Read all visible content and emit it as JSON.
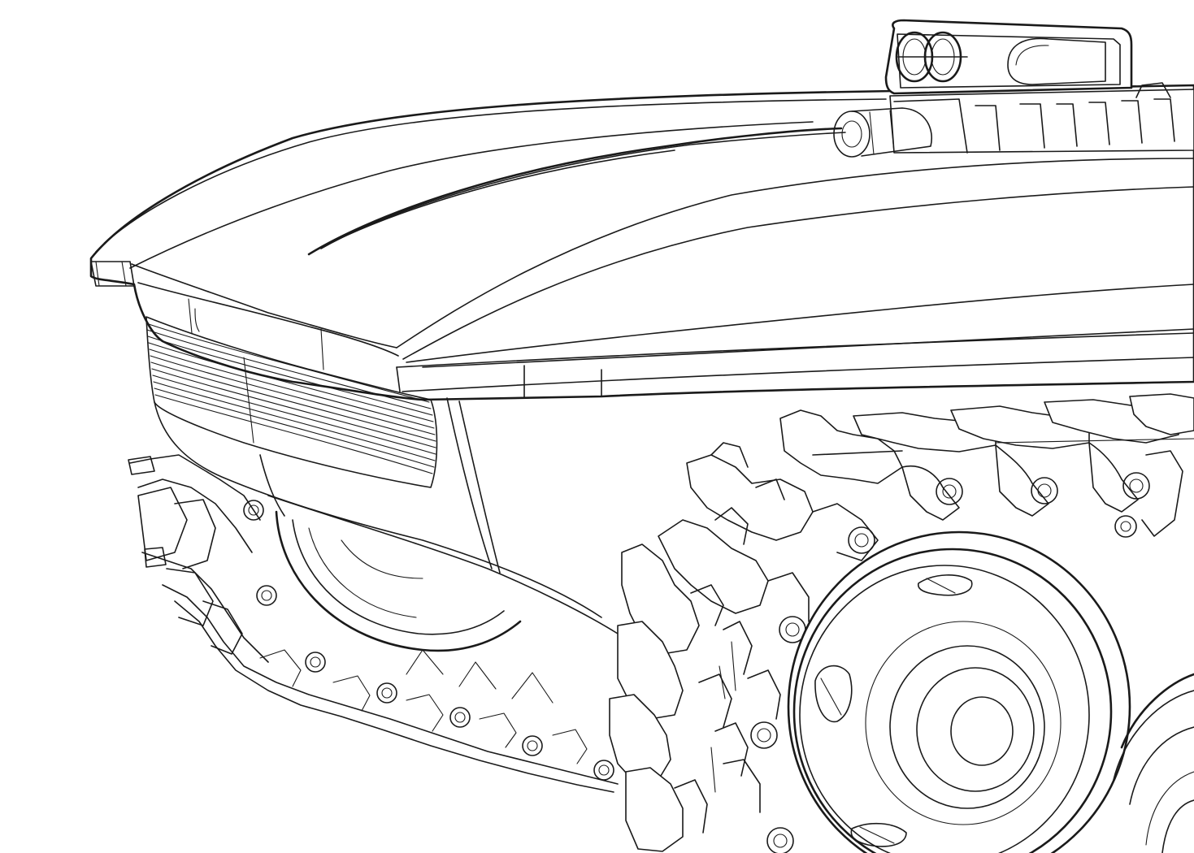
{
  "image": {
    "kind": "line-art-illustration",
    "background_color": "#ffffff",
    "line_color": "#1a1a1a"
  },
  "parts": [
    {
      "id": "body",
      "icon": "hood-shell"
    },
    {
      "id": "grille",
      "icon": "grille-slats"
    },
    {
      "id": "blower",
      "icon": "supercharger"
    },
    {
      "id": "tracks",
      "icon": "tank-track"
    },
    {
      "id": "wheel",
      "icon": "road-wheel"
    }
  ]
}
